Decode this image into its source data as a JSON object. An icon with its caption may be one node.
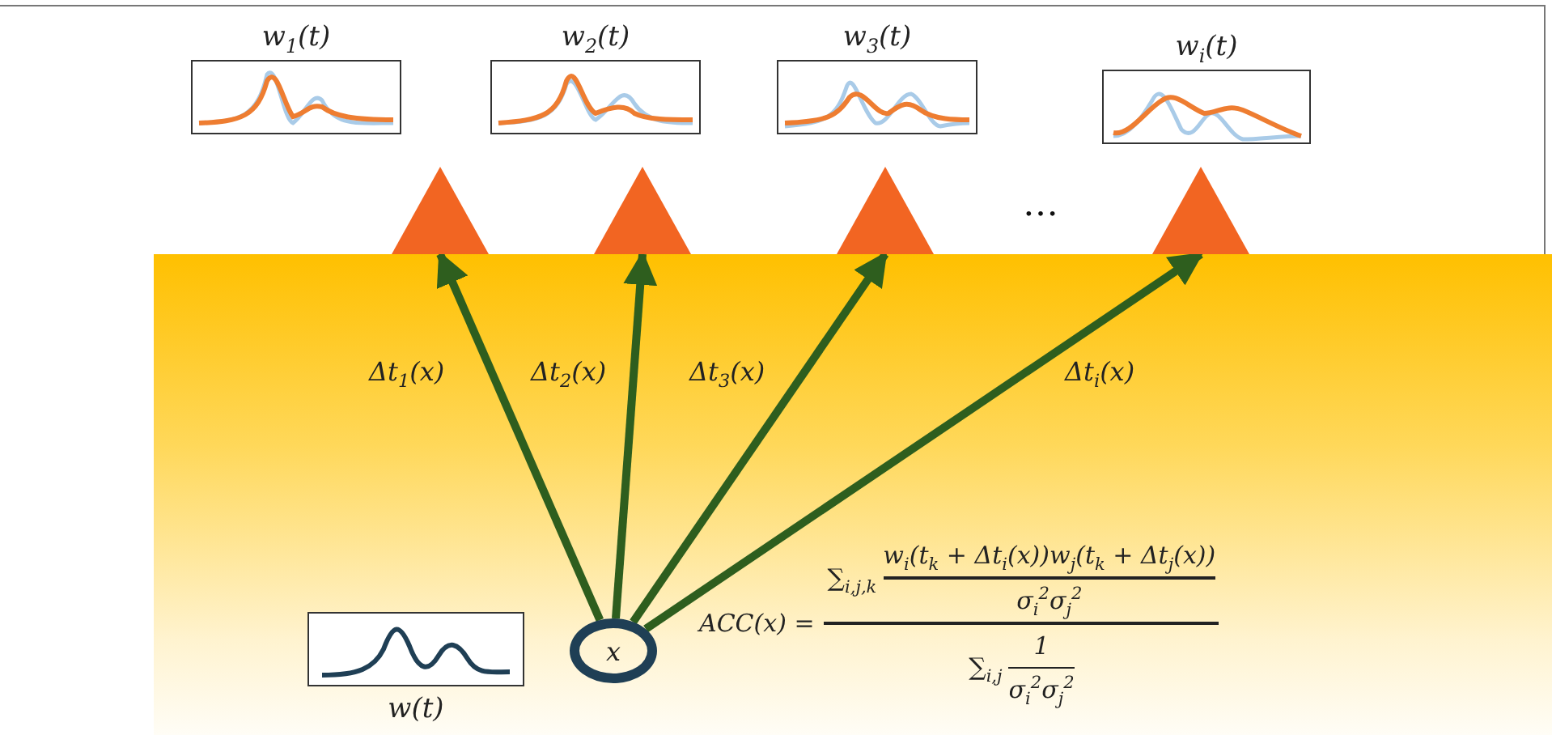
{
  "diagram": {
    "nodes": [
      {
        "text": [
          "w$_{1}$(t)"
        ]
      },
      {
        "text": [
          "w$_{2}$(t)"
        ]
      },
      {
        "text": [
          "w$_{3}$(t)"
        ]
      },
      {
        "text": [
          "w$_{i}$(t)"
        ]
      },
      {
        "text": [],
        "shape": "triangle"
      },
      {
        "text": [],
        "shape": "triangle"
      },
      {
        "text": [],
        "shape": "triangle"
      },
      {
        "text": [],
        "shape": "triangle"
      },
      {
        "text": [
          "w(t)"
        ]
      },
      {
        "text": [
          "x"
        ]
      }
    ],
    "edges": [
      {
        "from": 9,
        "to": 4,
        "arrow": "to",
        "label": "Δt$_{1}$(x)"
      },
      {
        "from": 9,
        "to": 5,
        "arrow": "to",
        "label": "Δt$_{2}$(x)"
      },
      {
        "from": 9,
        "to": 6,
        "arrow": "to",
        "label": "Δt$_{3}$(x)"
      },
      {
        "from": 9,
        "to": 7,
        "arrow": "to",
        "label": "Δt$_{i}$(x)"
      }
    ],
    "labels": [
      "…",
      "ACC(x) =",
      "∑$_{i,j,k}$",
      "w$_{i}$(t$_{k}$ + Δt$_{i}$(x))w$_{j}$(t$_{k}$ + Δt$_{j}$(x))",
      "σ$_{i}$$^{2}$σ$_{j}$$^{2}$",
      "∑$_{i,j}$",
      "1",
      "σ$_{i}$$^{2}$σ$_{j}$$^{2}$"
    ]
  }
}
